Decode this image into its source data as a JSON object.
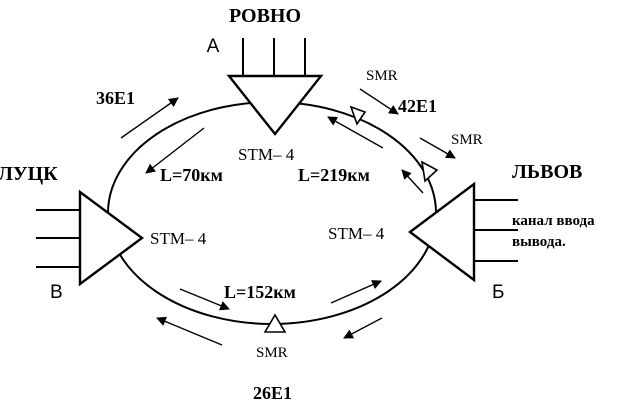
{
  "nodes": {
    "rovno": {
      "name": "РОВНО",
      "letter": "А"
    },
    "lutsk": {
      "name": "ЛУЦК",
      "letter": "В"
    },
    "lvov": {
      "name": "ЛЬВОВ",
      "letter": "Б"
    }
  },
  "stm_labels": {
    "top": "STM– 4",
    "left": "STM– 4",
    "right": "STM– 4"
  },
  "links": {
    "top_left": {
      "capacity": "36E1",
      "length": "L=70км"
    },
    "top_right": {
      "capacity": "42E1",
      "length": "L=219км"
    },
    "bottom": {
      "capacity": "26E1",
      "length": "L=152км"
    }
  },
  "regenerators": {
    "top_right_1": "SMR",
    "top_right_2": "SMR",
    "bottom": "SMR"
  },
  "io_channel": {
    "line1": "канал ввода",
    "line2": "вывода."
  }
}
